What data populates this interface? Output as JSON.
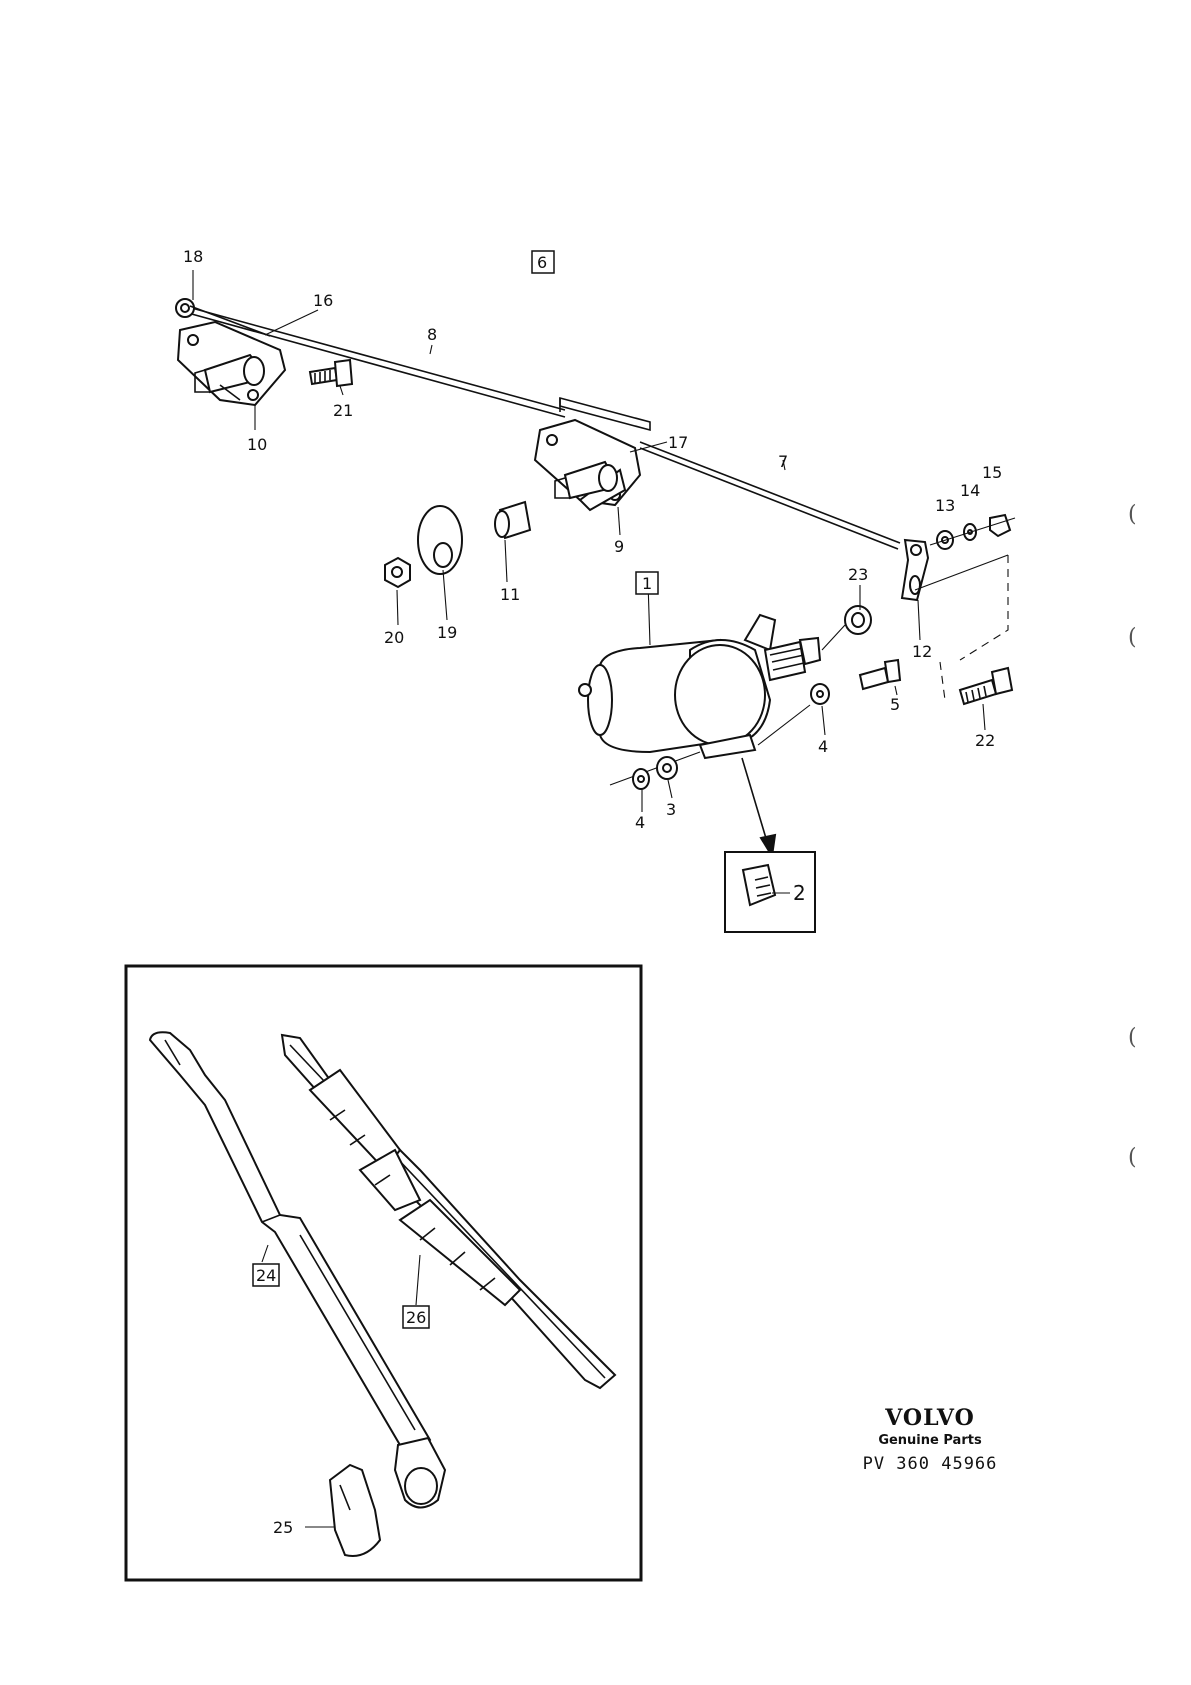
{
  "labels": {
    "l18": "18",
    "l16": "16",
    "l8": "8",
    "l21": "21",
    "l10": "10",
    "l17": "17",
    "l7": "7",
    "l9": "9",
    "l11": "11",
    "l19": "19",
    "l20": "20",
    "l13": "13",
    "l14": "14",
    "l15": "15",
    "l23": "23",
    "l12": "12",
    "l5": "5",
    "l4a": "4",
    "l22": "22",
    "l3": "3",
    "l4b": "4",
    "l2": "2",
    "l25": "25"
  },
  "boxed_labels": {
    "b6": "6",
    "b1": "1",
    "b24": "24",
    "b26": "26"
  },
  "brand": {
    "logo": "VOLVO",
    "subtitle": "Genuine Parts",
    "code": "PV 360 45966"
  },
  "margin_marks": [
    "(",
    "(",
    "(",
    "("
  ]
}
